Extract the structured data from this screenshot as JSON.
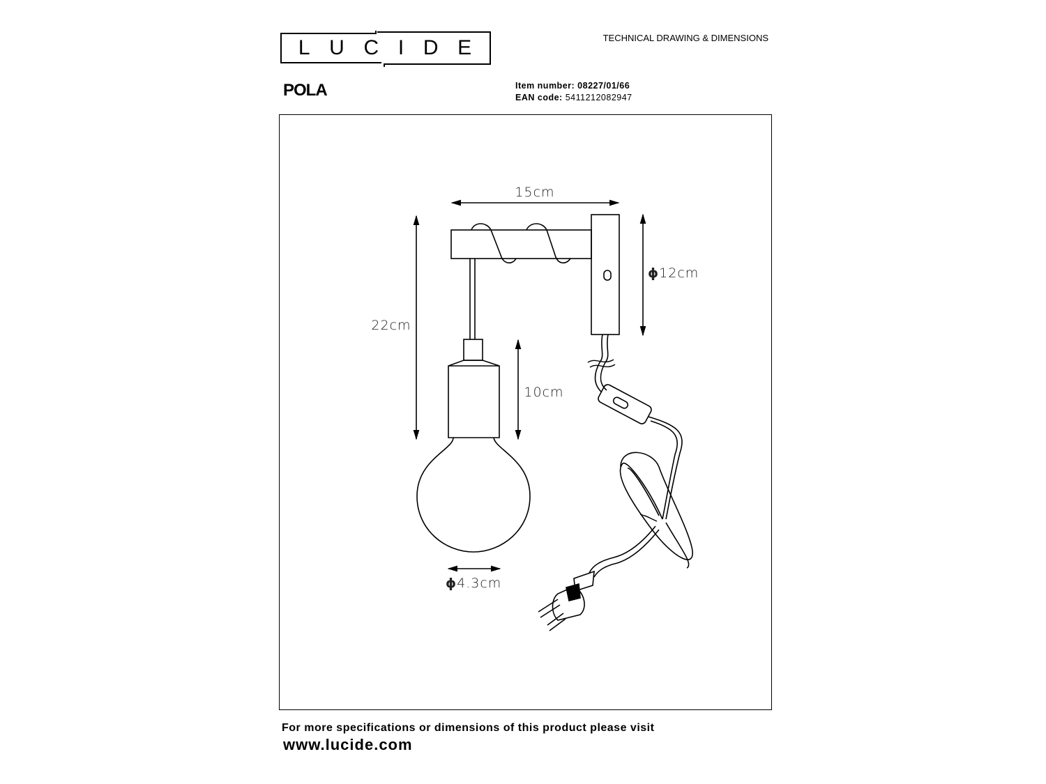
{
  "header": {
    "brand": "LUCIDE",
    "brand_letters": [
      "L",
      "U",
      "C",
      "I",
      "D",
      "E"
    ],
    "document_type": "TECHNICAL DRAWING & DIMENSIONS"
  },
  "product": {
    "name": "POLA",
    "item_number_label": "Item number:",
    "item_number": "08227/01/66",
    "ean_label": "EAN code:",
    "ean": "5411212082947"
  },
  "dimensions": {
    "width": "15cm",
    "total_height": "22cm",
    "bulb_height": "10cm",
    "wall_plate_diameter": "12cm",
    "bulb_diameter": "4.3cm",
    "diameter_symbol": "ϕ"
  },
  "footer": {
    "text": "For more specifications or dimensions of this product please visit",
    "url": "www.lucide.com"
  }
}
